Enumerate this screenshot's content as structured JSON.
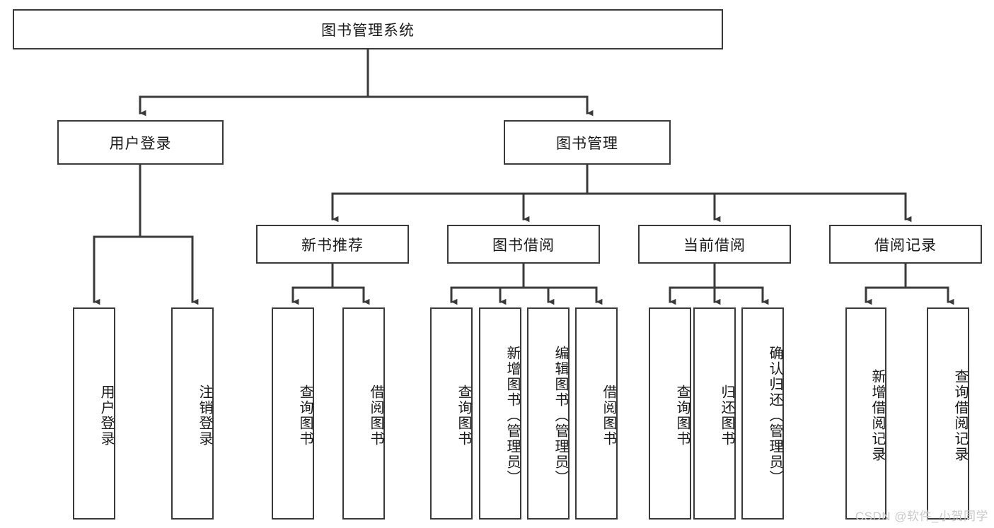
{
  "diagram": {
    "title": "图书管理系统",
    "type": "tree-hierarchy",
    "watermark": "CSDN @软件_小贺同学",
    "colors": {
      "stroke": "#3a3a3a",
      "fill": "#ffffff",
      "text": "#1a1a1a",
      "watermark": "#c9c9c9"
    }
  },
  "nodes": {
    "root": {
      "label": "图书管理系统"
    },
    "level2": [
      {
        "id": "user-login",
        "label": "用户登录"
      },
      {
        "id": "book-manage",
        "label": "图书管理"
      }
    ],
    "level3": [
      {
        "id": "new-book-recommend",
        "label": "新书推荐"
      },
      {
        "id": "book-borrow",
        "label": "图书借阅"
      },
      {
        "id": "current-borrow",
        "label": "当前借阅"
      },
      {
        "id": "borrow-record",
        "label": "借阅记录"
      }
    ],
    "leaves": {
      "user_login": [
        {
          "id": "leaf-user-login",
          "label": "用户登录"
        },
        {
          "id": "leaf-logout-login",
          "label": "注销登录"
        }
      ],
      "new_book_recommend": [
        {
          "id": "leaf-query-book-1",
          "label": "查询图书"
        },
        {
          "id": "leaf-borrow-book-1",
          "label": "借阅图书"
        }
      ],
      "book_borrow": [
        {
          "id": "leaf-query-book-2",
          "label": "查询图书"
        },
        {
          "id": "leaf-add-book",
          "label": "新增图书（管理员）"
        },
        {
          "id": "leaf-edit-book",
          "label": "编辑图书（管理员）"
        },
        {
          "id": "leaf-borrow-book-2",
          "label": "借阅图书"
        }
      ],
      "current_borrow": [
        {
          "id": "leaf-query-book-3",
          "label": "查询图书"
        },
        {
          "id": "leaf-return-book",
          "label": "归还图书"
        },
        {
          "id": "leaf-confirm-return",
          "label": "确认归还（管理员）"
        }
      ],
      "borrow_record": [
        {
          "id": "leaf-add-record",
          "label": "新增借阅记录"
        },
        {
          "id": "leaf-query-record",
          "label": "查询借阅记录"
        }
      ]
    }
  }
}
